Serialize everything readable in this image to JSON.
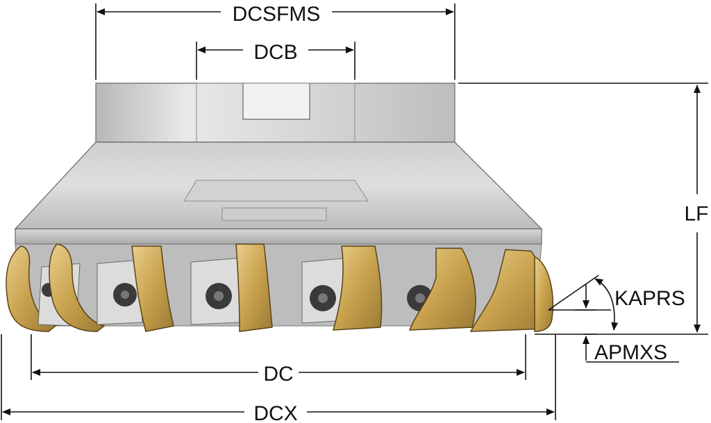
{
  "dimensions": {
    "dcsfms": "DCSFMS",
    "dcb": "DCB",
    "lf": "LF",
    "kaprs": "KAPRS",
    "apmxs": "APMXS",
    "dc": "DC",
    "dcx": "DCX"
  },
  "colors": {
    "body_light": "#e4e4e4",
    "body_mid": "#c9c9c9",
    "body_dark": "#a8a8a8",
    "insert_gold": "#d4b060",
    "insert_dark": "#8a6a2a",
    "screw": "#3a3a3a",
    "line": "#111111"
  },
  "inserts_count": 8
}
